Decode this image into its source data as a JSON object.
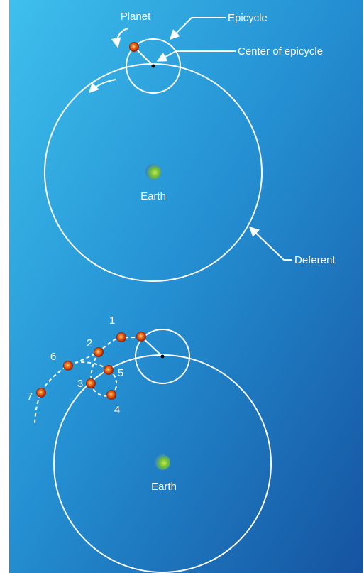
{
  "labels": {
    "planet": "Planet",
    "epicycle": "Epicycle",
    "center_of_epicycle": "Center of epicycle",
    "earth_top": "Earth",
    "deferent": "Deferent",
    "earth_bottom": "Earth"
  },
  "positions": [
    "1",
    "2",
    "3",
    "4",
    "5",
    "6",
    "7"
  ],
  "colors": {
    "background_light": "#3dbbe8",
    "background_dark": "#1657a3",
    "line": "#ffffff",
    "planet_core": "#ffd27a",
    "planet_mid": "#e8511a",
    "planet_rim": "#a32b08",
    "earth_green": "#7cc242",
    "earth_blue": "#3b8ed8"
  }
}
